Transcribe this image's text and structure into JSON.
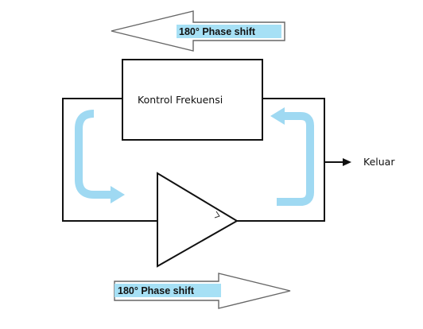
{
  "top_arrow": {
    "label": "180° Phase shift",
    "direction": "left"
  },
  "bottom_arrow": {
    "label": "180° Phase shift",
    "direction": "right"
  },
  "control_block": {
    "label": "Kontrol Frekuensi"
  },
  "output": {
    "label": "Keluar"
  },
  "colors": {
    "line": "#111111",
    "feedback_arrow": "#9fd9f2",
    "label_highlight": "#a6e0f5",
    "background": "#ffffff"
  }
}
